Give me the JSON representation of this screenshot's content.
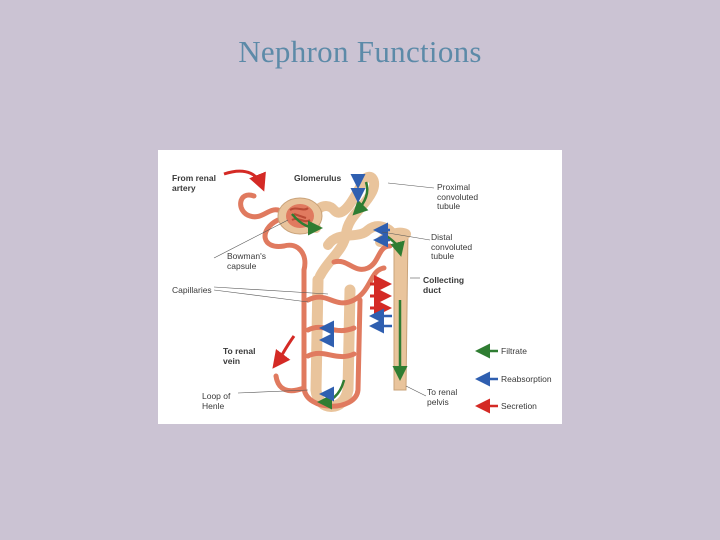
{
  "slide": {
    "title": "Nephron Functions"
  },
  "diagram": {
    "labels": {
      "from_renal_artery": "From renal\nartery",
      "glomerulus": "Glomerulus",
      "proximal_tubule": "Proximal\nconvoluted\ntubule",
      "distal_tubule": "Distal\nconvoluted\ntubule",
      "bowmans_capsule": "Bowman's\ncapsule",
      "collecting_duct": "Collecting\nduct",
      "capillaries": "Capillaries",
      "to_renal_vein": "To renal\nvein",
      "loop_of_henle": "Loop of\nHenle",
      "to_renal_pelvis": "To renal\npelvis"
    },
    "legend": [
      {
        "label": "Filtrate",
        "color": "#2f7d32"
      },
      {
        "label": "Reabsorption",
        "color": "#2f5fb0"
      },
      {
        "label": "Secretion",
        "color": "#d42a25"
      }
    ],
    "colors": {
      "tubule": "#e9c49c",
      "vessel": "#e07a5f",
      "artery": "#d42a25"
    }
  }
}
